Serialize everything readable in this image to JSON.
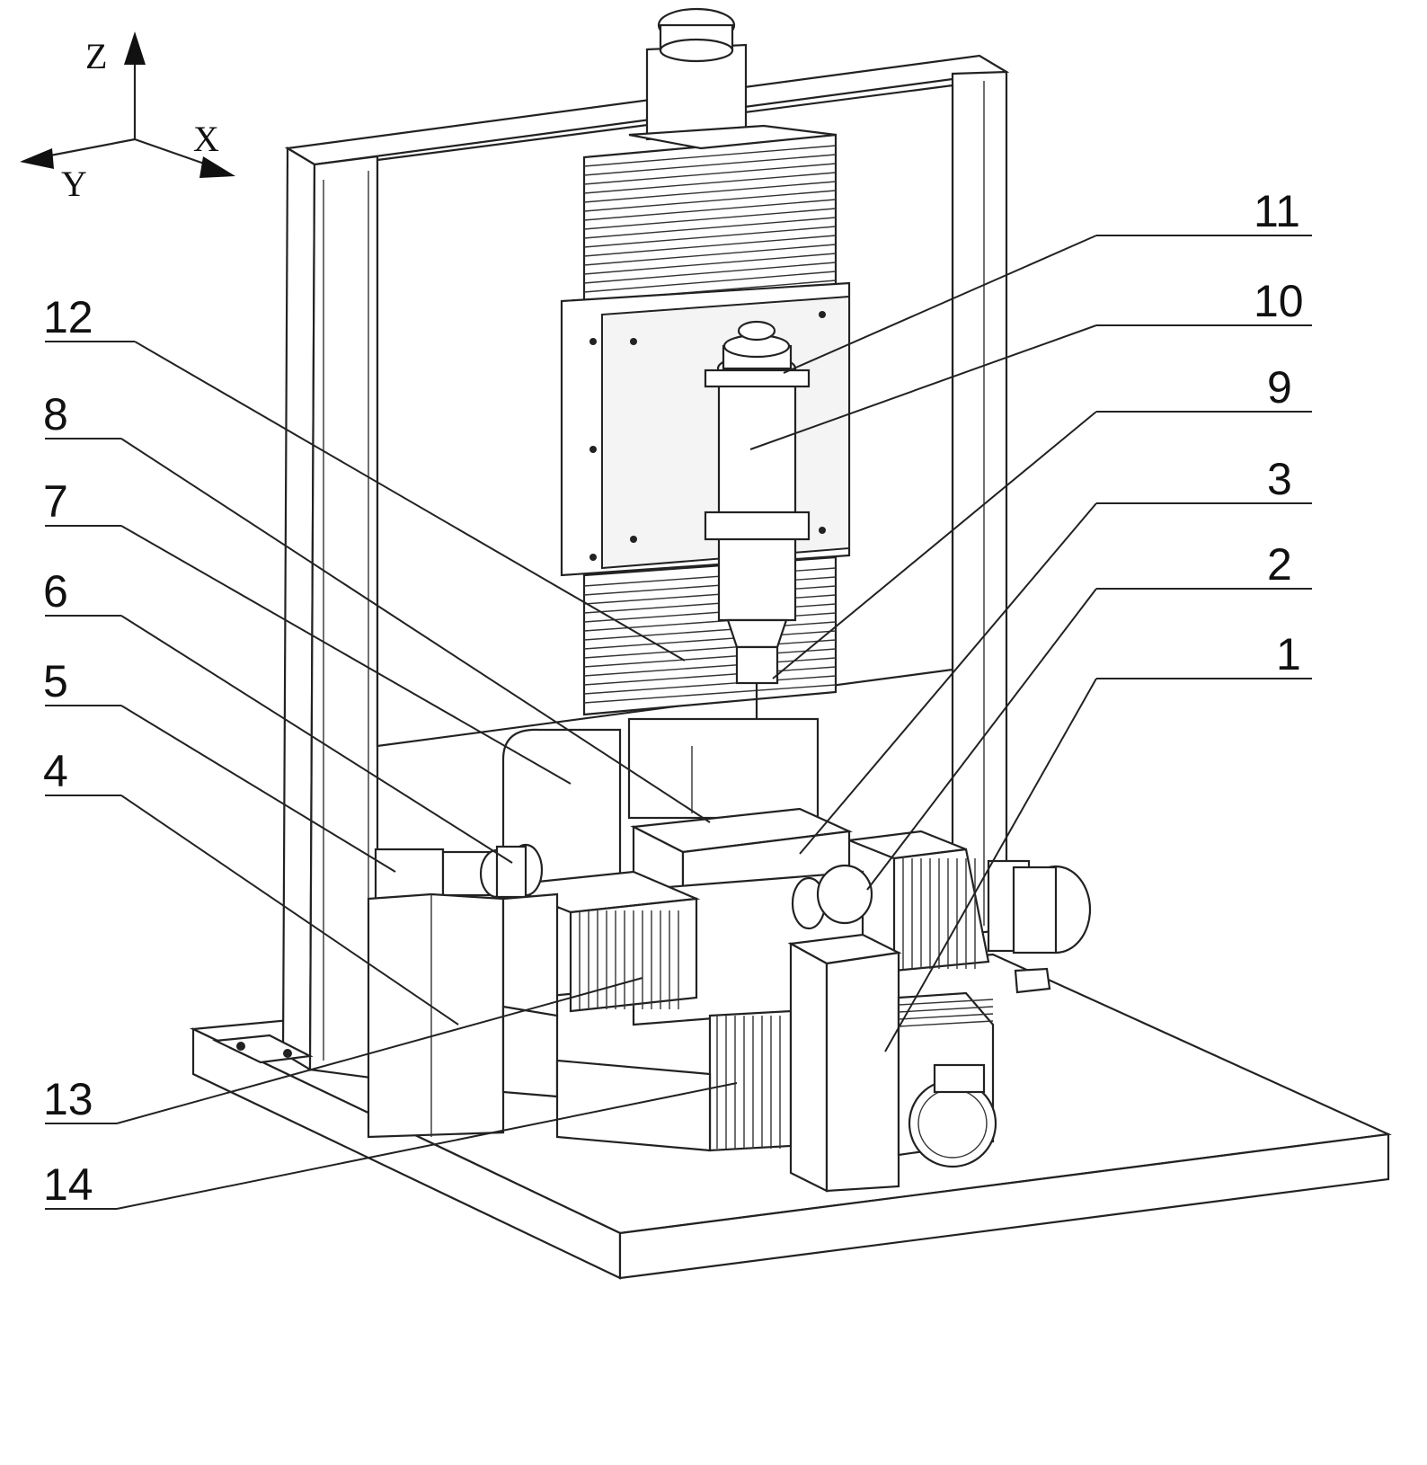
{
  "axes": {
    "z": "Z",
    "x": "X",
    "y": "Y"
  },
  "callouts": [
    "1",
    "2",
    "3",
    "4",
    "5",
    "6",
    "7",
    "8",
    "9",
    "10",
    "11",
    "12",
    "13",
    "14"
  ]
}
